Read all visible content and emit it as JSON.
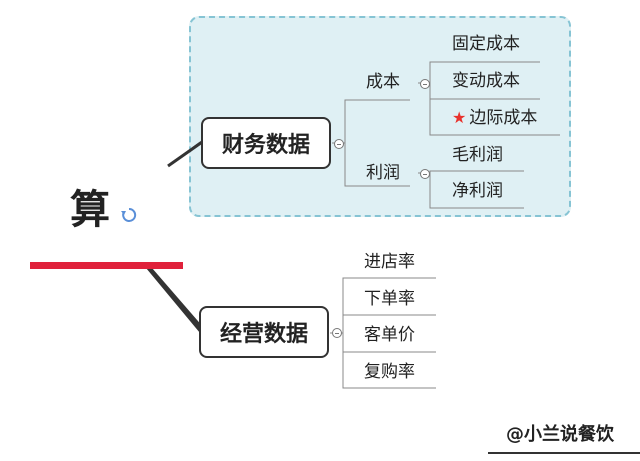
{
  "root": {
    "text": "算",
    "icon": "refresh-icon"
  },
  "finance": {
    "title": "财务数据",
    "cost": {
      "label": "成本",
      "items": [
        "固定成本",
        "变动成本",
        "边际成本"
      ],
      "starred_item": "边际成本"
    },
    "profit": {
      "label": "利润",
      "items": [
        "毛利润",
        "净利润"
      ]
    }
  },
  "operations": {
    "title": "经营数据",
    "items": [
      "进店率",
      "下单率",
      "客单价",
      "复购率"
    ]
  },
  "credit": "@小兰说餐饮",
  "colors": {
    "accent_red": "#e0213b",
    "group_fill": "#dff0f4",
    "group_border": "#86c4d4",
    "star": "#e8322c"
  }
}
